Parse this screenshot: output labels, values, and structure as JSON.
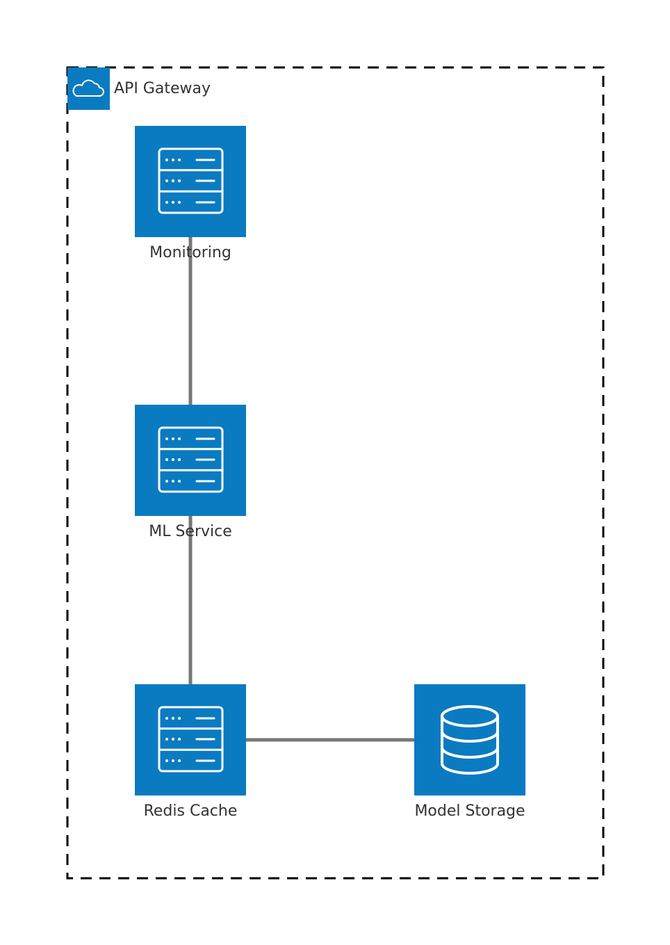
{
  "group": {
    "label": "API Gateway",
    "icon": "cloud-icon"
  },
  "nodes": {
    "monitoring": {
      "label": "Monitoring",
      "icon": "server-icon"
    },
    "ml_service": {
      "label": "ML Service",
      "icon": "server-icon"
    },
    "redis_cache": {
      "label": "Redis Cache",
      "icon": "server-icon"
    },
    "model_storage": {
      "label": "Model Storage",
      "icon": "database-icon"
    }
  },
  "edges": [
    {
      "from": "monitoring",
      "to": "ml_service"
    },
    {
      "from": "ml_service",
      "to": "redis_cache"
    },
    {
      "from": "redis_cache",
      "to": "model_storage"
    }
  ],
  "colors": {
    "node_fill": "#0a7bc1",
    "edge": "#777777",
    "icon_stroke": "#ffffff",
    "border": "#000000",
    "text": "#333333"
  }
}
